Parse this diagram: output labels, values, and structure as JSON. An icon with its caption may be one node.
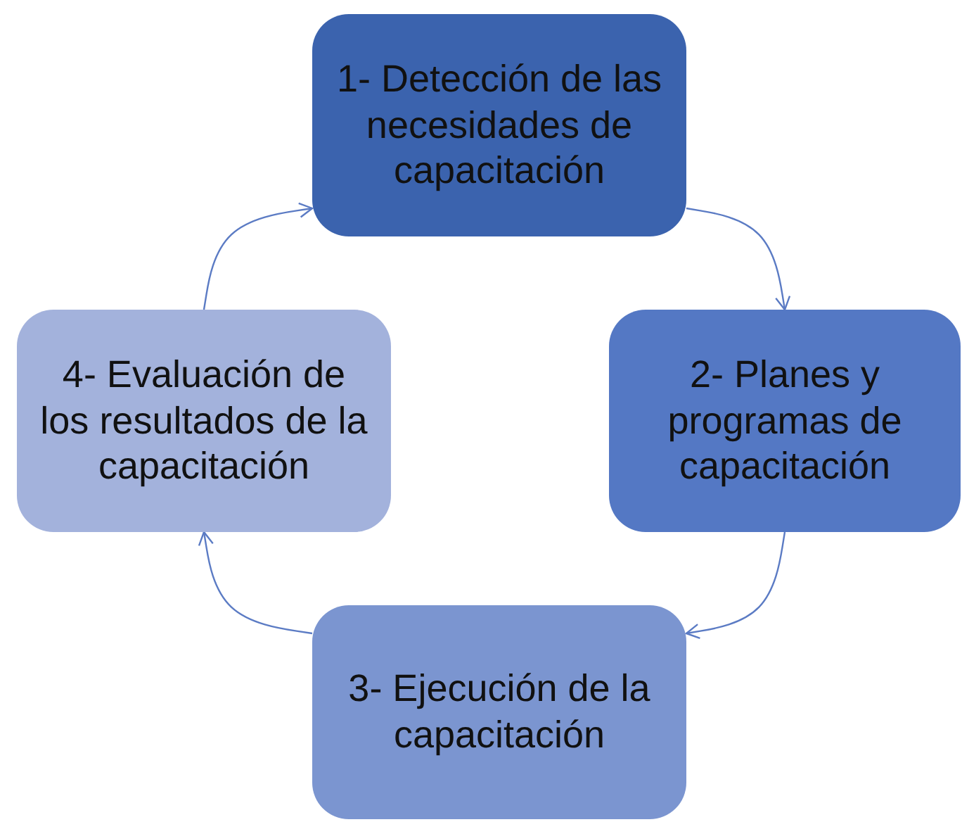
{
  "diagram": {
    "nodes": [
      {
        "text": [
          "1- Detección de las necesidades de capacitación"
        ]
      },
      {
        "text": [
          "2- Planes y programas de capacitación"
        ]
      },
      {
        "text": [
          "3- Ejecución de la capacitación"
        ]
      },
      {
        "text": [
          "4- Evaluación de los resultados de la capacitación"
        ]
      }
    ],
    "edges": [
      {
        "from": 0,
        "to": 1,
        "arrow": "to"
      },
      {
        "from": 1,
        "to": 2,
        "arrow": "to"
      },
      {
        "from": 2,
        "to": 3,
        "arrow": "to"
      },
      {
        "from": 3,
        "to": 0,
        "arrow": "to"
      }
    ]
  }
}
